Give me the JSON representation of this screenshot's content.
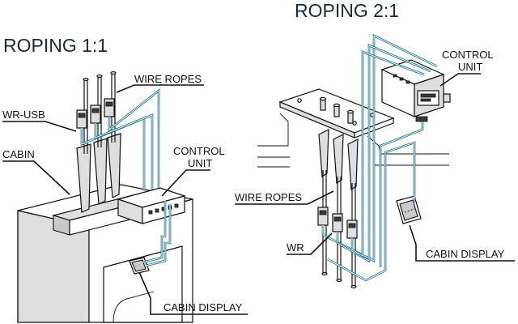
{
  "left": {
    "title": "ROPING 1:1",
    "labels": {
      "wire_ropes": "WIRE ROPES",
      "wr_usb": "WR-USB",
      "cabin": "CABIN",
      "control_unit_line1": "CONTROL",
      "control_unit_line2": "UNIT",
      "cabin_display": "CABIN DISPLAY"
    }
  },
  "right": {
    "title": "ROPING 2:1",
    "labels": {
      "control_unit_line1": "CONTROL",
      "control_unit_line2": "UNIT",
      "wire_ropes": "WIRE ROPES",
      "wr": "WR",
      "cabin_display": "CABIN DISPLAY"
    }
  },
  "colors": {
    "cable": "#0f6a80",
    "title": "#1c2a35",
    "line": "#111111"
  }
}
